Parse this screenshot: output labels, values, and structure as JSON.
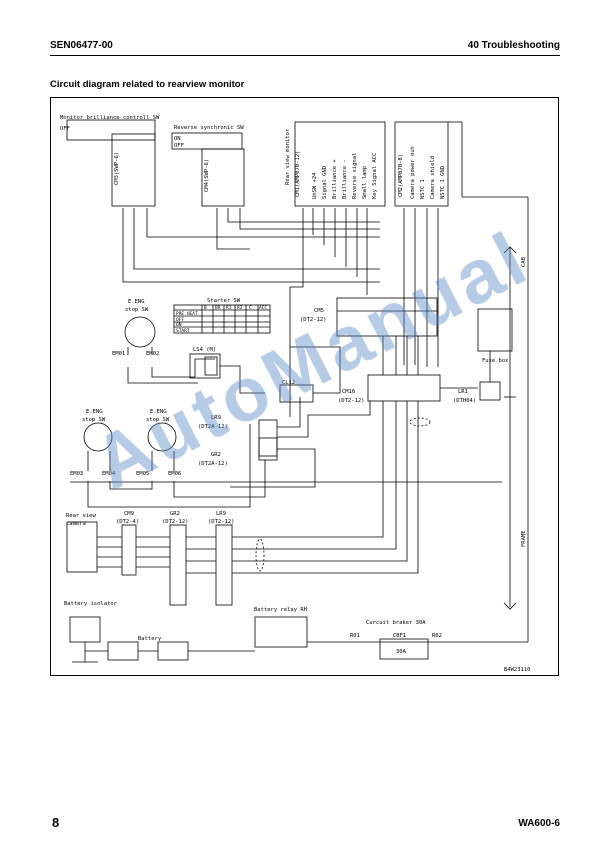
{
  "header": {
    "doc_code": "SEN06477-00",
    "section": "40 Troubleshooting"
  },
  "title": "Circuit diagram related to rearview monitor",
  "footer": {
    "page": "8",
    "model": "WA600-6"
  },
  "watermark": "AutoManual",
  "diagram": {
    "ref_code": "B4W23110",
    "switches": {
      "brilliance_title": "Monitor brilliance controll SW",
      "reverse_title": "Reverse synchronic SW",
      "on": "ON",
      "off": "OFF"
    },
    "connectors": {
      "cm3": "CM3(SWP-6)",
      "cm4": "CM4(SWP-6)",
      "cm1": "CM1(AMP070-12)",
      "cm2": "CM2(AMP070-8)",
      "cm5": "CM5",
      "cm5_type": "(DT2-12)",
      "cm16": "CM16",
      "cm16_type": "(DT2-12)",
      "cl12": "CL12",
      "ls4": "LS4 (M)",
      "lr9a": "LR9",
      "lr9a_type": "(DT2A-12)",
      "gr2a": "GR2",
      "gr2a_type": "(DT2A-12)",
      "lr1": "LR1",
      "lr1_type": "(DTH04)",
      "cm9": "CM9",
      "cm9_type": "(DT2-4)",
      "gr2b": "GR2",
      "gr2b_type": "(DT2-12)",
      "lr9b": "LR9",
      "lr9b_type": "(DT2-12)"
    },
    "monitor_label": "Rear view monitor",
    "cm1_pins": [
      "UnSW +24",
      "Signal GND",
      "Brilliance +",
      "Brilliance -",
      "Reverse signal",
      "Small lamp",
      "Key Signal ACC"
    ],
    "cm2_pins": [
      "Camera power out",
      "NSTC 1",
      "Camera shield",
      "NSTC 1 GND"
    ],
    "eng_stop_top": [
      "E.ENG",
      "stop SW"
    ],
    "eng_stop_left": [
      "E.ENG",
      "stop SW"
    ],
    "eng_stop_right": [
      "E.ENG",
      "stop SW"
    ],
    "em_labels": [
      "EM01",
      "EM02",
      "EM03",
      "EM04",
      "EM05",
      "EM06"
    ],
    "starter": {
      "title": "Starter SW",
      "cols": [
        "B",
        "BR",
        "R1",
        "R2",
        "C",
        "ACC"
      ],
      "rows": [
        "PRE HEAT",
        "OFF",
        "ON",
        "START"
      ]
    },
    "fuse_box": "Fuse box",
    "rear_camera": [
      "Rear view",
      "camera"
    ],
    "battery_isolator": "Battery isolator",
    "battery": "Battery",
    "battery_relay": "Battery relay RH",
    "breaker": {
      "title": "Curcuit braker 30A",
      "cbf1": "CBF1",
      "rating": "30A",
      "r01": "R01",
      "r02": "R02"
    },
    "cab": "CAB",
    "frame": "FRAME"
  }
}
